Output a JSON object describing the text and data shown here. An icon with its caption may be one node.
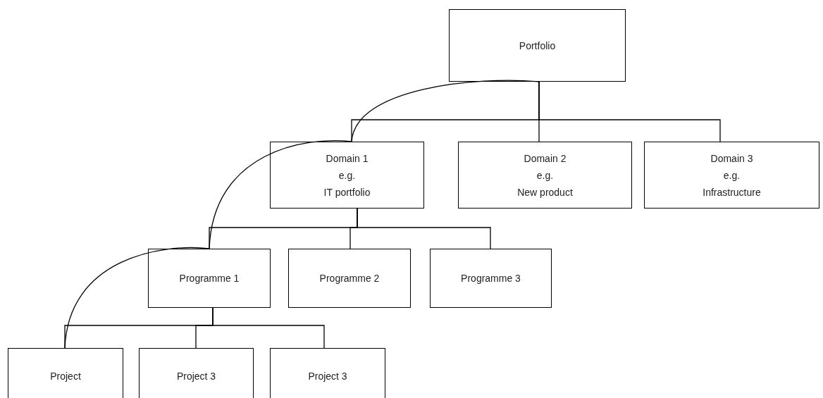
{
  "diagram": {
    "nodes": [
      {
        "text": [
          "Portfolio"
        ]
      },
      {
        "text": [
          "Domain 1",
          "e.g.",
          "IT portfolio"
        ]
      },
      {
        "text": [
          "Domain 2",
          "e.g.",
          "New product"
        ]
      },
      {
        "text": [
          "Domain 3",
          "e.g.",
          "Infrastructure"
        ]
      },
      {
        "text": [
          "Programme 1"
        ]
      },
      {
        "text": [
          "Programme 2"
        ]
      },
      {
        "text": [
          "Programme 3"
        ]
      },
      {
        "text": [
          "Project"
        ]
      },
      {
        "text": [
          "Project 3"
        ]
      },
      {
        "text": [
          "Project 3"
        ]
      }
    ],
    "edges": [
      {
        "from": 0,
        "to": 1,
        "arrow": "none"
      },
      {
        "from": 0,
        "to": 2,
        "arrow": "none"
      },
      {
        "from": 0,
        "to": 3,
        "arrow": "none"
      },
      {
        "from": 1,
        "to": 4,
        "arrow": "none"
      },
      {
        "from": 1,
        "to": 5,
        "arrow": "none"
      },
      {
        "from": 1,
        "to": 6,
        "arrow": "none"
      },
      {
        "from": 4,
        "to": 7,
        "arrow": "none"
      },
      {
        "from": 4,
        "to": 8,
        "arrow": "none"
      },
      {
        "from": 4,
        "to": 9,
        "arrow": "none"
      },
      {
        "from": 0,
        "to": 1,
        "arrow": "none"
      },
      {
        "from": 1,
        "to": 4,
        "arrow": "none"
      },
      {
        "from": 4,
        "to": 7,
        "arrow": "none"
      }
    ]
  }
}
